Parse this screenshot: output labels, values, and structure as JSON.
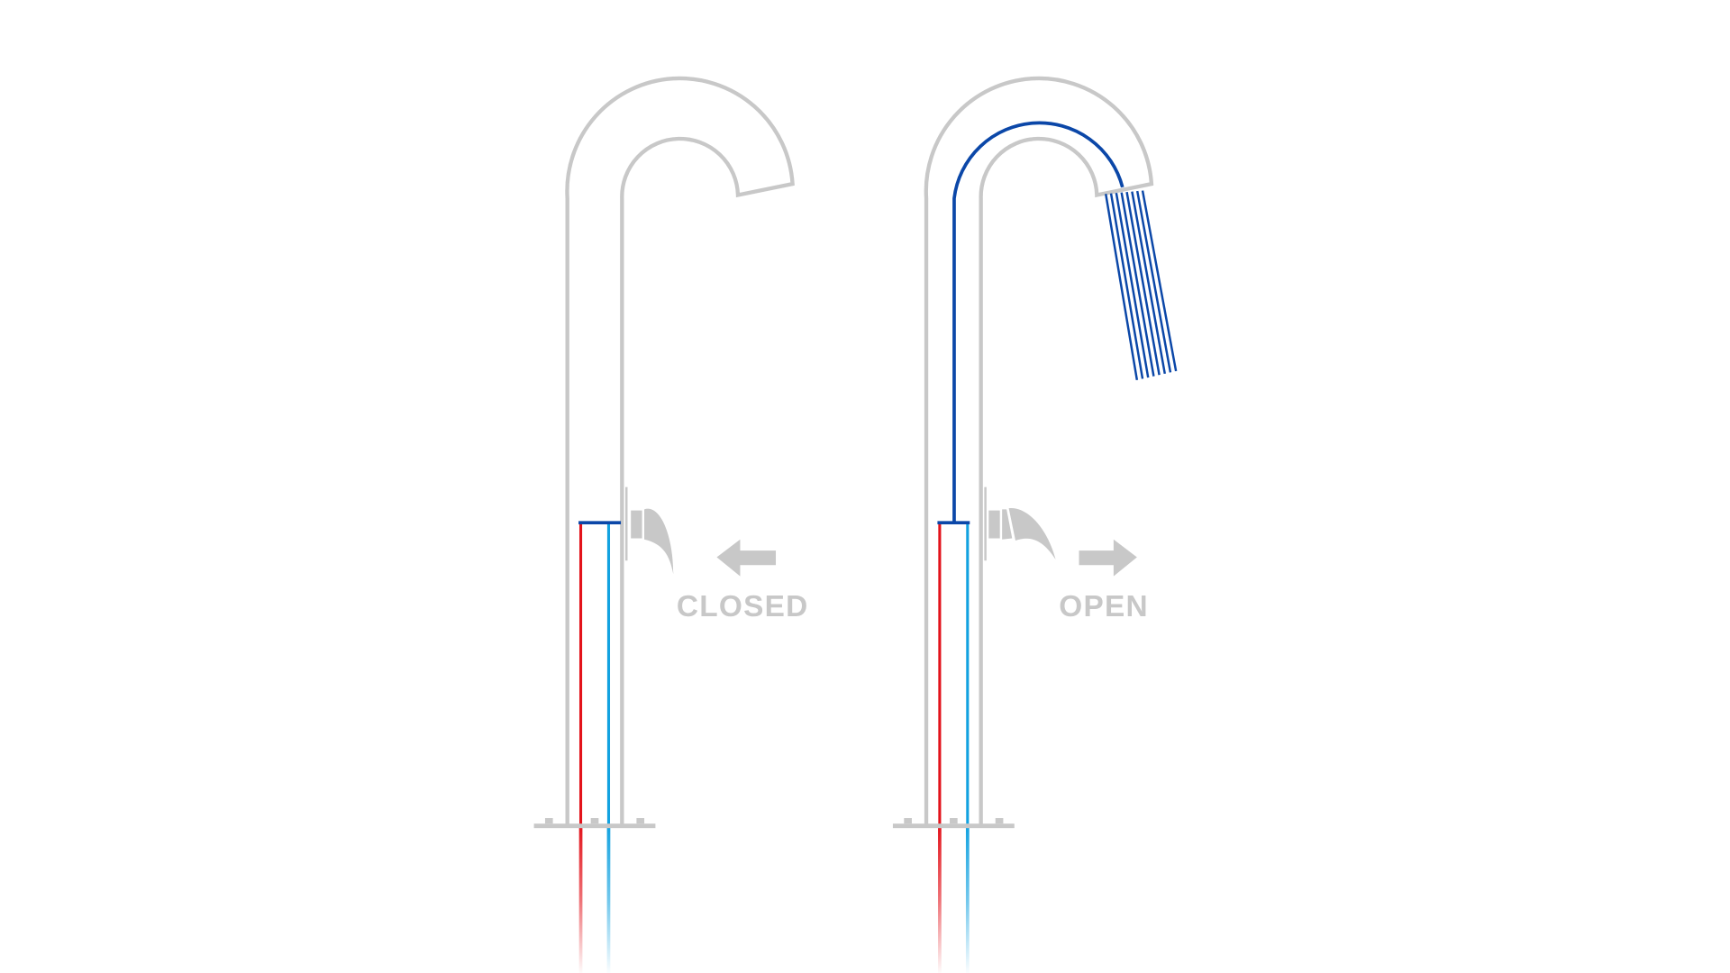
{
  "labels": {
    "closed": "CLOSED",
    "open": "OPEN"
  },
  "colors": {
    "body": "#c8c8c8",
    "hot": "#e3131b",
    "cold": "#12a2e0",
    "water": "#0b47a8",
    "background": "#ffffff"
  },
  "spray_stream_count": 8
}
